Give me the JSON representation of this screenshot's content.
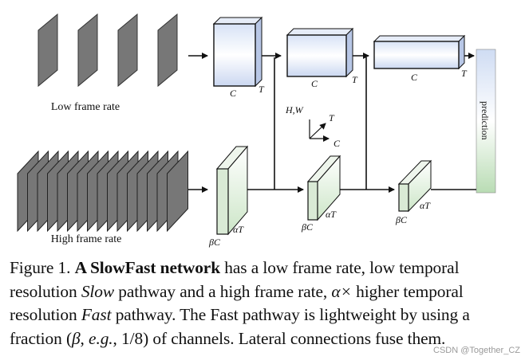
{
  "diagram": {
    "low_frame_rate_label": "Low frame rate",
    "high_frame_rate_label": "High frame rate",
    "prediction_label": "prediction",
    "slow_blocks": [
      {
        "channel_label": "C",
        "time_label": "T"
      },
      {
        "channel_label": "C",
        "time_label": "T"
      },
      {
        "channel_label": "C",
        "time_label": "T"
      }
    ],
    "fast_blocks": [
      {
        "channel_label": "βC",
        "time_label": "αT"
      },
      {
        "channel_label": "βC",
        "time_label": "αT"
      },
      {
        "channel_label": "βC",
        "time_label": "αT"
      }
    ],
    "axes": {
      "hw_label": "H,W",
      "t_label": "T",
      "c_label": "C"
    },
    "colors": {
      "slow_fill": "#c5d3ee",
      "fast_fill": "#cfe5cc",
      "prediction_top": "#c8d6f0",
      "prediction_bottom": "#b9dcb4"
    }
  },
  "caption": {
    "figure_number": "Figure 1.",
    "title": "A SlowFast network",
    "part1": " has a low frame rate, low temporal resolution ",
    "slow_word": "Slow",
    "part2": " pathway and a high frame rate, ",
    "alpha_expr": "α×",
    "part3": " higher temporal resolution ",
    "fast_word": "Fast",
    "part4": " pathway. The Fast pathway is lightweight by using a fraction (",
    "beta": "β",
    "part5": ", ",
    "eg": "e.g.",
    "part6": ", 1/8) of channels. Lateral connections fuse them."
  },
  "watermark": "CSDN @Together_CZ"
}
